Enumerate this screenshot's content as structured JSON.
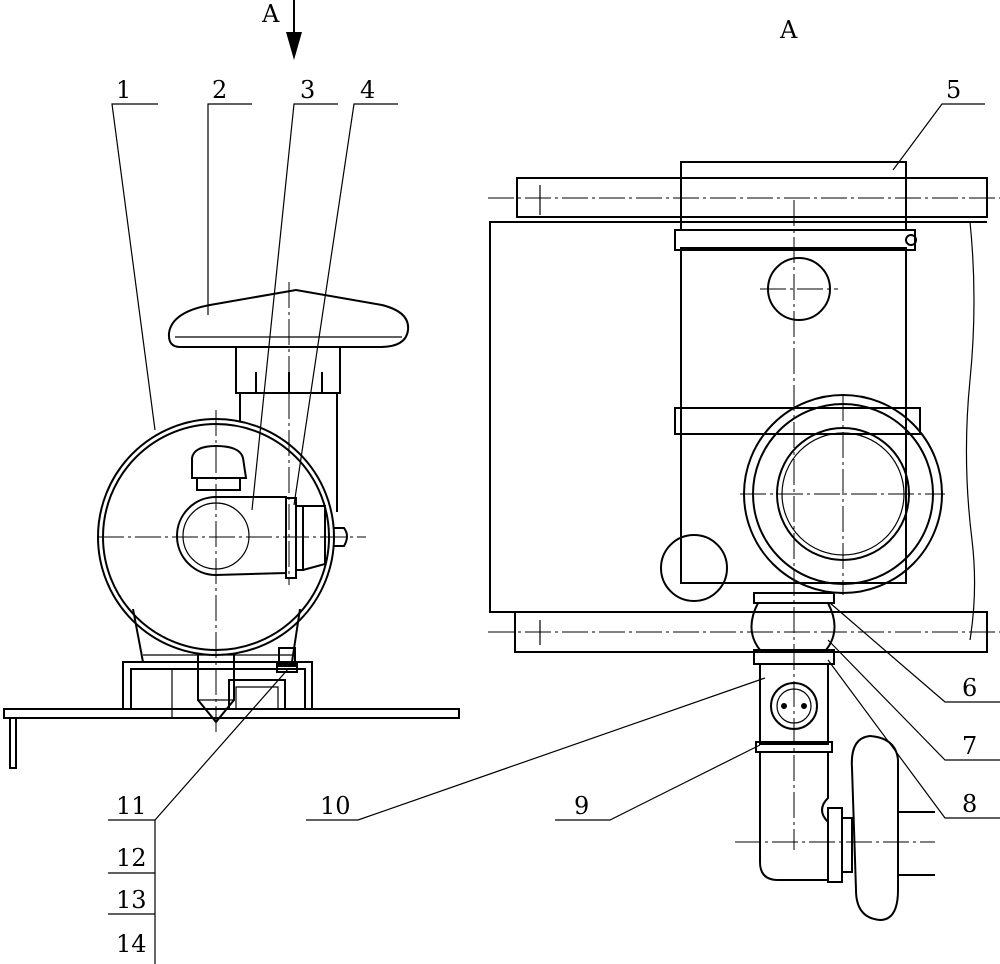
{
  "view_marks": {
    "arrow_label": "A",
    "view_title": "A"
  },
  "callouts": [
    "1",
    "2",
    "3",
    "4",
    "5",
    "6",
    "7",
    "8",
    "9",
    "10",
    "11",
    "12",
    "13",
    "14"
  ],
  "colors": {
    "ink": "#000000",
    "paper": "#ffffff"
  }
}
